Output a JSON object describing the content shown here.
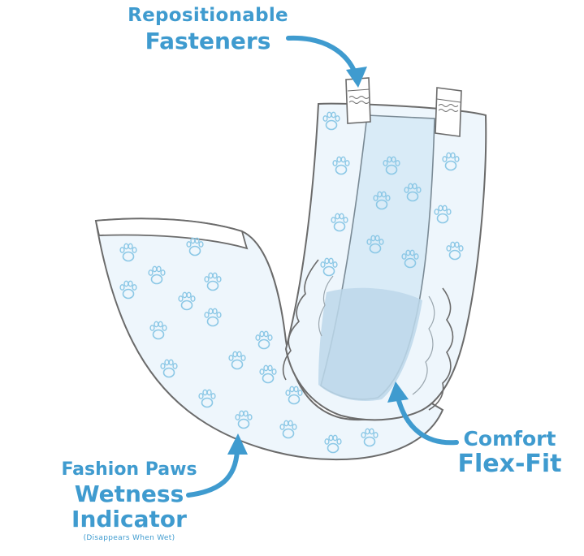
{
  "callouts": {
    "fasteners": {
      "line1": "Repositionable",
      "line2": "Fasteners"
    },
    "flex_fit": {
      "line1": "Comfort",
      "line2": "Flex-Fit"
    },
    "wetness": {
      "line1": "Fashion Paws",
      "line2": "Wetness",
      "line3": "Indicator",
      "note": "(Disappears When Wet)"
    }
  },
  "colors": {
    "accent": "#3f9bcf",
    "paw": "#8cc8e6",
    "diaper_fill": "#eef6fc",
    "inner_panel": "#d9ebf7",
    "outline": "#6b6b6b"
  },
  "icons": [
    "paw-print-icon",
    "curved-arrow-icon",
    "fastener-tab-icon"
  ]
}
